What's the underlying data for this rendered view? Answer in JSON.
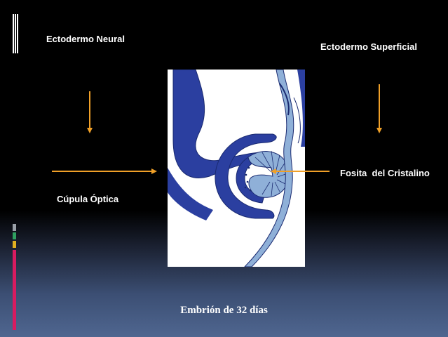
{
  "labels": {
    "neural_ectoderm": "Ectodermo Neural",
    "surface_ectoderm": "Ectodermo Superficial",
    "optic_cup": "Cúpula Óptica",
    "lens_pit": "Fosita  del Cristalino",
    "caption": "Embrión de 32 días"
  },
  "colors": {
    "arrow": "#f0a028",
    "tissue_blue": "#2b3fa0",
    "tissue_light": "#8fb0d8",
    "accent_pink": "#d81b60"
  }
}
